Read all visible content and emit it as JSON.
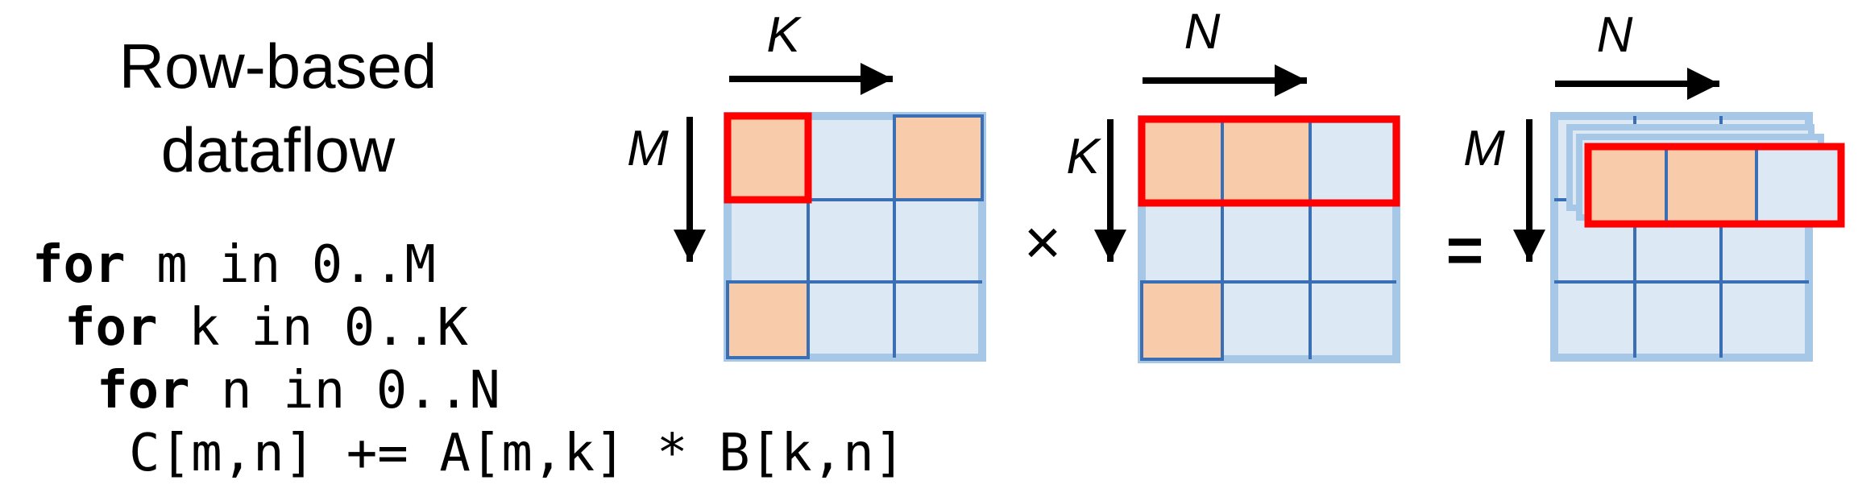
{
  "title": {
    "line1": "Row-based",
    "line2": "dataflow"
  },
  "code": [
    {
      "keyword": "for",
      "rest": " m in 0..M"
    },
    {
      "keyword": "for",
      "rest": " k in 0..K"
    },
    {
      "keyword": "for",
      "rest": " n in 0..N"
    },
    {
      "keyword": "",
      "rest": "C[m,n] += A[m,k] * B[k,n]"
    }
  ],
  "matrices": {
    "a": {
      "col_label": "K",
      "row_label": "M"
    },
    "b": {
      "col_label": "N",
      "row_label": "K"
    },
    "c": {
      "col_label": "N",
      "row_label": "M"
    }
  },
  "operators": {
    "multiply": "×",
    "equals": "="
  },
  "colors": {
    "cell_fill": "#dde8f5",
    "border_outer": "#a6c8e6",
    "grid_line": "#3a6fb5",
    "highlight_fill": "#f8cbaa",
    "active_outline": "#ff0000"
  }
}
